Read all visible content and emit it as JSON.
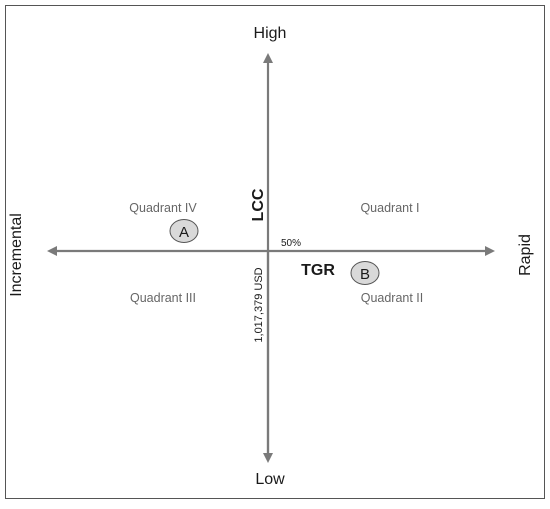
{
  "axes": {
    "top_label": "High",
    "bottom_label": "Low",
    "left_label": "Incremental",
    "right_label": "Rapid",
    "vertical_axis_name": "LCC",
    "horizontal_axis_name": "TGR",
    "horizontal_threshold": "50%",
    "vertical_threshold": "1,017,379 USD"
  },
  "quadrants": {
    "q1": "Quadrant  I",
    "q2": "Quadrant  II",
    "q3": "Quadrant  III",
    "q4": "Quadrant  IV"
  },
  "markers": {
    "a": "A",
    "b": "B"
  },
  "colors": {
    "axis": "#7a7a7a",
    "text": "#1a1a1a",
    "quadrant_text": "#666666",
    "marker_fill": "#d9d9d9",
    "border": "#555555"
  }
}
